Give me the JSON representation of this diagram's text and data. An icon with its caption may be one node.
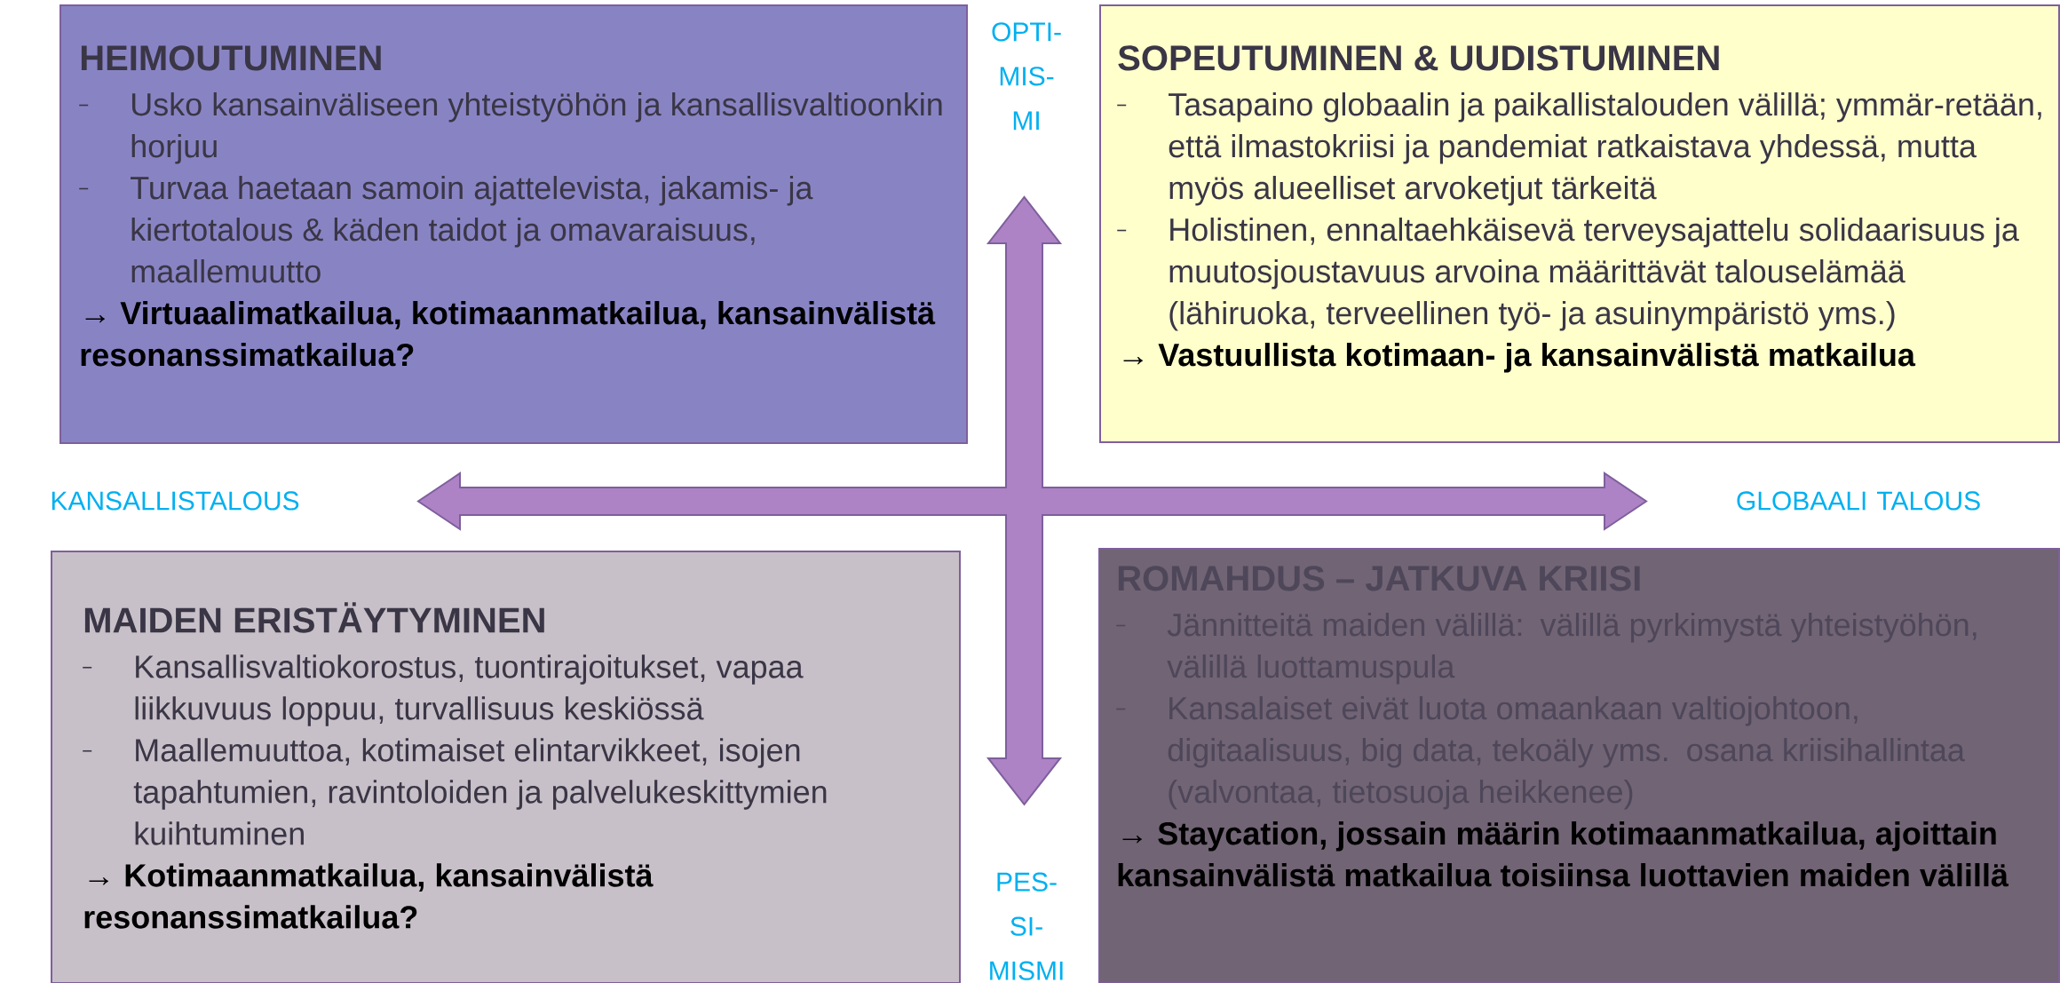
{
  "diagram": {
    "nodes": [
      {
        "text": [
          "HEIMOUTUMINEN",
          "Usko kansainväliseen yhteistyöhön ja kansallisvaltioonkin horjuu",
          "Turvaa haetaan samoin ajattelevista, jakamis- ja kiertotalous & käden taidot ja omavaraisuus, maallemuutto",
          "→ Virtuaalimatkailua, kotimaanmatkailua, kansainvälistä resonanssimatkailua?"
        ]
      },
      {
        "text": [
          "SOPEUTUMINEN & UUDISTUMINEN",
          "Tasapaino globaalin ja paikallistalouden välillä; ymmär-retään, että ilmastokriisi ja pandemiat ratkaistava yhdessä, mutta myös alueelliset arvoketjut tärkeitä",
          "Holistinen, ennaltaehkäisevä terveysajattelu solidaarisuus ja muutosjoustavuus arvoina määrittävät talouselämää (lähiruoka, terveellinen työ- ja asuinympäristö yms.)",
          "→ Vastuullista kotimaan- ja kansainvälistä matkailua"
        ]
      },
      {
        "text": [
          "MAIDEN ERISTÄYTYMINEN",
          "Kansallisvaltiokorostus, tuontirajoitukset, vapaa liikkuvuus loppuu, turvallisuus keskiössä",
          "Maallemuuttoa, kotimaiset elintarvikkeet, isojen tapahtumien, ravintoloiden ja palvelukeskittymien kuihtuminen",
          "→ Kotimaanmatkailua, kansainvälistä resonanssimatkailua?"
        ]
      },
      {
        "text": [
          "ROMAHDUS – JATKUVA KRIISI",
          "Jännitteitä maiden välillä: välillä pyrkimystä yhteistyöhön, välillä luottamuspula",
          "Kansalaiset eivät luota omaankaan valtiojohtoon, digitaalisuus, big data, tekoäly yms. osana kriisihallintaa (valvontaa, tietosuoja heikkenee)",
          "→ Staycation, jossain määrin kotimaanmatkailua, ajoittain kansainvälistä matkailua toisiinsa luottavien maiden välillä"
        ]
      }
    ],
    "labels": [
      "OPTI-MIS-MI",
      "KANSALLISTALOUS",
      "GLOBAALI TALOUS",
      "PES-SI-MISMI"
    ]
  }
}
